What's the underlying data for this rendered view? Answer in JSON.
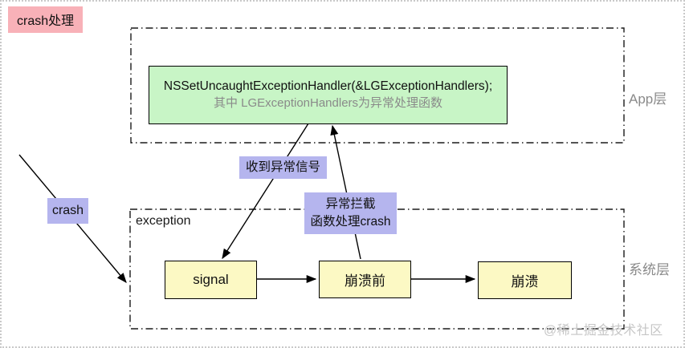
{
  "title": "crash处理",
  "watermark": "@稀土掘金技术社区",
  "app_layer": {
    "label": "App层",
    "handler_box": {
      "line1": "NSSetUncaughtExceptionHandler(&LGExceptionHandlers);",
      "line2": "其中 LGExceptionHandlers为异常处理函数"
    }
  },
  "system_layer": {
    "label": "系统层",
    "inner_label": "exception",
    "nodes": {
      "signal": "signal",
      "pre_crash": "崩溃前",
      "crash": "崩溃"
    }
  },
  "flow_labels": {
    "crash": "crash",
    "received_signal": "收到异常信号",
    "intercept_line1": "异常拦截",
    "intercept_line2": "函数处理crash"
  },
  "colors": {
    "title_bg": "#f8b1b8",
    "handler_box_bg": "#c8f5c6",
    "node_bg": "#fcf9c4",
    "flow_label_bg": "#b5b5ee",
    "layer_tag_text": "#8a8a8a",
    "watermark_text": "#c6c6c6",
    "line": "#000000"
  }
}
